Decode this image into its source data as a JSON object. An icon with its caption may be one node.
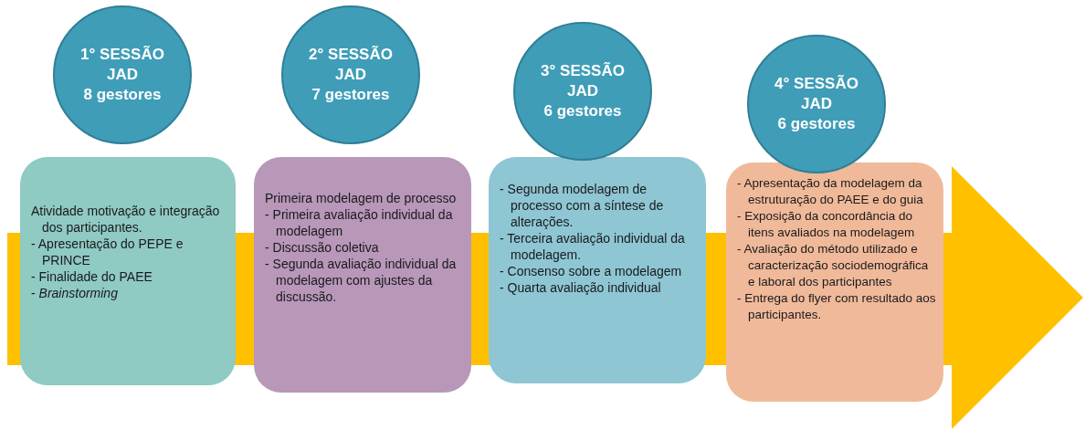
{
  "diagram": {
    "nodes": [
      {
        "text": [
          "1° SESSÃO",
          "JAD",
          "8 gestores"
        ]
      },
      {
        "text": [
          "Atividade motivação e integração dos participantes.",
          "- Apresentação do PEPE e PRINCE",
          "- Finalidade do PAEE",
          "- *Brainstorming*"
        ]
      },
      {
        "text": [
          "2° SESSÃO",
          "JAD",
          "7 gestores"
        ]
      },
      {
        "text": [
          "Primeira modelagem de processo",
          "- Primeira avaliação individual da modelagem",
          "- Discussão coletiva",
          "- Segunda avaliação individual da modelagem com ajustes da discussão."
        ]
      },
      {
        "text": [
          "3° SESSÃO",
          "JAD",
          "6 gestores"
        ]
      },
      {
        "text": [
          "- Segunda modelagem de processo com a síntese de alterações.",
          "- Terceira avaliação individual da modelagem.",
          "- Consenso sobre a modelagem",
          "- Quarta avaliação individual"
        ]
      },
      {
        "text": [
          "4° SESSÃO",
          "JAD",
          "6 gestores"
        ]
      },
      {
        "text": [
          "- Apresentação da modelagem da estruturação do PAEE e do guia",
          "- Exposição da concordância do itens avaliados na modelagem",
          "- Avaliação do método utilizado e caracterização sociodemográfica e laboral dos participantes",
          "- Entrega do flyer com resultado aos participantes."
        ]
      }
    ]
  }
}
